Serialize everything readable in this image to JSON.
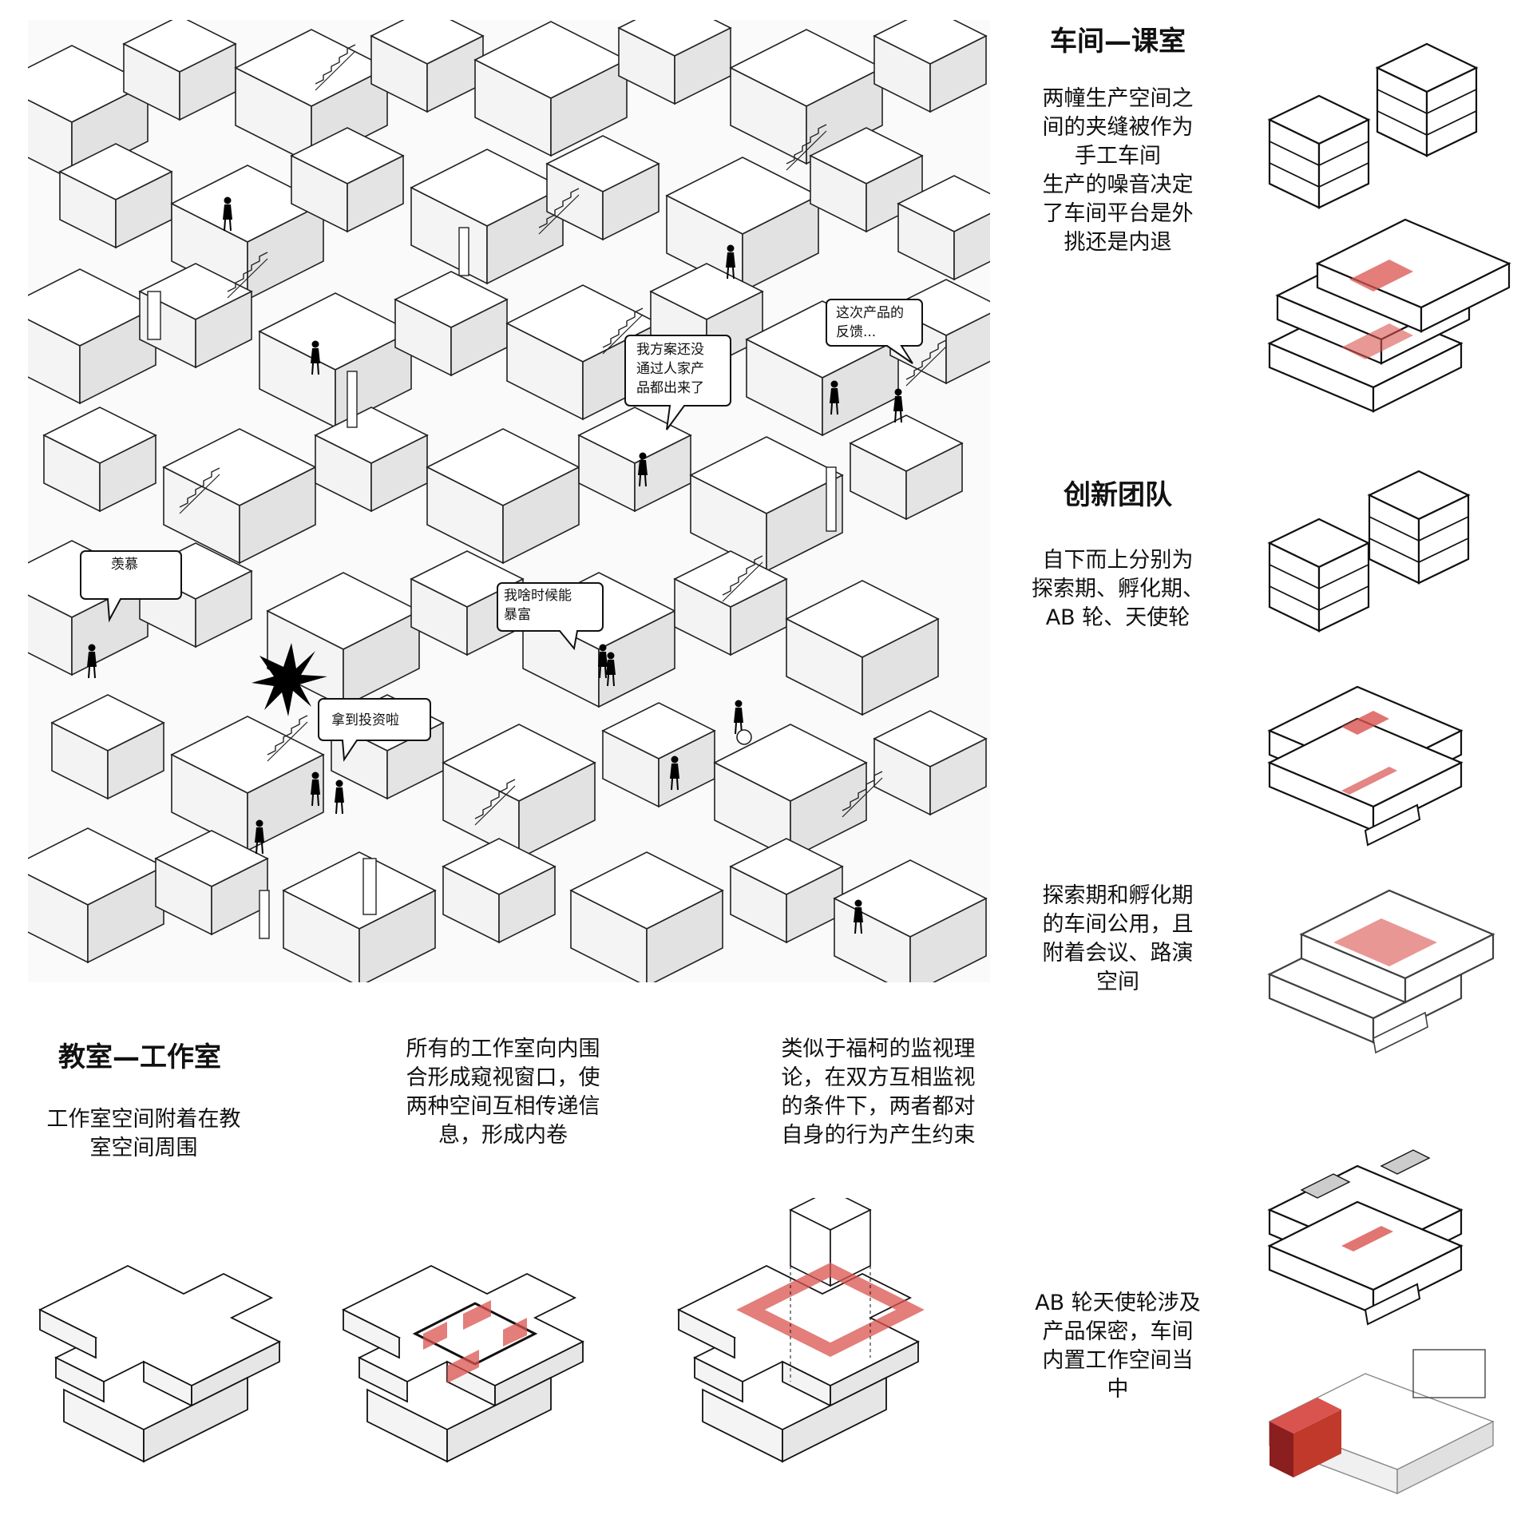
{
  "main_illustration": {
    "bubbles": [
      {
        "id": "b1",
        "lines": [
          "我方案还没",
          "通过人家产",
          "品都出来了"
        ]
      },
      {
        "id": "b2",
        "lines": [
          "这次产品的",
          "反馈..."
        ]
      },
      {
        "id": "b3",
        "lines": [
          "羡慕"
        ]
      },
      {
        "id": "b4",
        "lines": [
          "我啥时候能",
          "暴富"
        ]
      },
      {
        "id": "b5",
        "lines": [
          "拿到投资啦"
        ]
      }
    ]
  },
  "right_column": {
    "section1": {
      "title": "车间—课室",
      "text": "两幢生产空间之\n间的夹缝被作为\n手工车间\n生产的噪音决定\n了车间平台是外\n挑还是内退"
    },
    "section2": {
      "title": "创新团队",
      "text": "自下而上分别为\n探索期、孵化期、\nAB 轮、天使轮"
    },
    "section3": {
      "text": "探索期和孵化期\n的车间公用，且\n附着会议、路演\n空间"
    },
    "section4": {
      "text": "AB 轮天使轮涉及\n产品保密，车间\n内置工作空间当\n中"
    }
  },
  "bottom_row": {
    "section": {
      "title": "教室—工作室",
      "text": "工作室空间附着在教\n室空间周围"
    },
    "col2": {
      "text": "所有的工作室向内围\n合形成窥视窗口，使\n两种空间互相传递信\n息，形成内卷"
    },
    "col3": {
      "text": "类似于福柯的监视理\n论，在双方互相监视\n的条件下，两者都对\n自身的行为产生约束"
    }
  },
  "colors": {
    "accent": "#d9534f",
    "accent_light": "#e8a0a0",
    "line": "#222222"
  }
}
